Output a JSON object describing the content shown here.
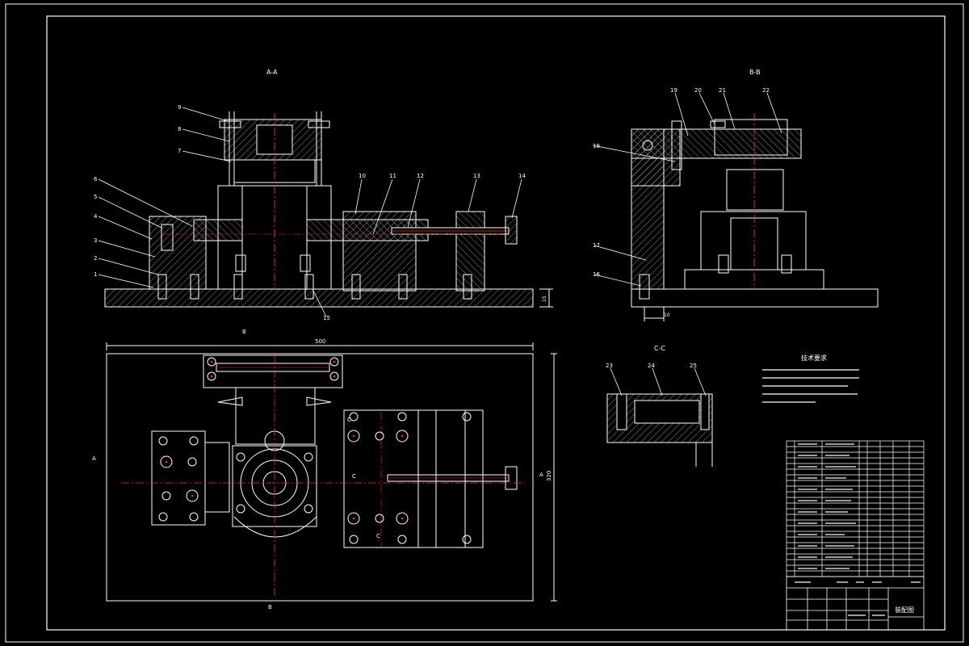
{
  "colors": {
    "background": "#000000",
    "line": "#ffffff",
    "centerline": "#ff2a2a",
    "hatch": "#c8c8c8",
    "text": "#ffffff"
  },
  "views": {
    "section_aa": "A-A",
    "section_bb": "B-B",
    "section_cc": "C-C"
  },
  "balloons_aa": [
    "9",
    "8",
    "7",
    "6",
    "5",
    "4",
    "3",
    "2",
    "1",
    "10",
    "11",
    "12",
    "13",
    "14",
    "15"
  ],
  "balloons_bb": [
    "19",
    "20",
    "21",
    "22",
    "18",
    "17",
    "16"
  ],
  "balloons_cc": [
    "23",
    "24",
    "25"
  ],
  "dims": {
    "plan_width": "500",
    "plan_height": "320",
    "aa_height": "15",
    "bb_width": "10"
  },
  "plan_marks": {
    "b_top": "B",
    "b_bottom": "B",
    "a_left": "A",
    "a_right": "A",
    "c_top": "C",
    "c_mid": "C",
    "c_bottom": "C"
  },
  "tech_req": {
    "title": "技术要求"
  },
  "title_block": {
    "drawing_name": "装配图"
  }
}
